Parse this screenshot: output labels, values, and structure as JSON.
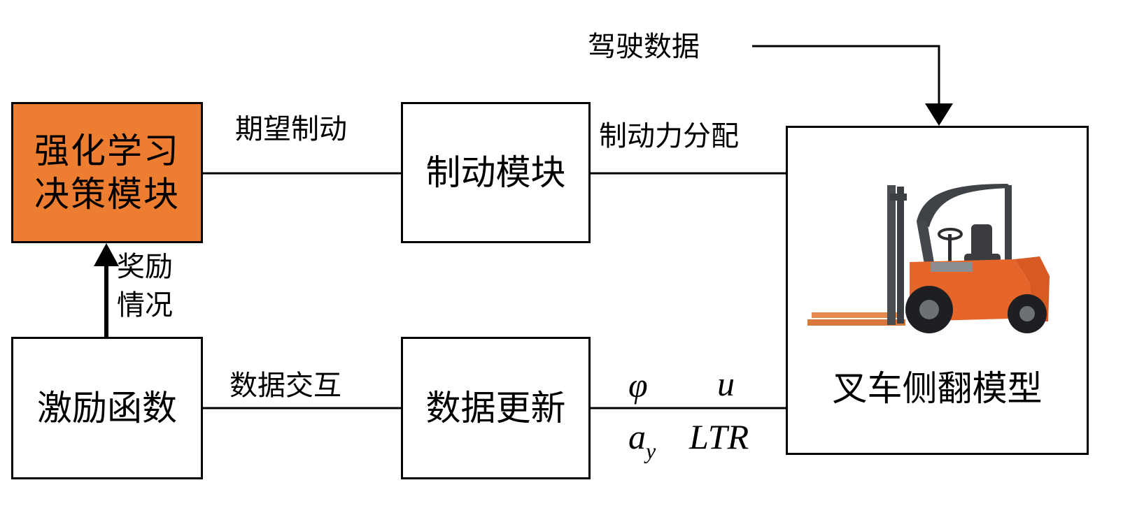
{
  "colors": {
    "rl_fill": "#ed7d31",
    "line": "#000000",
    "forklift_body": "#e5652a",
    "forklift_frame": "#4a4d52"
  },
  "blocks": {
    "rl_decision": {
      "line1": "强化学习",
      "line2": "决策模块"
    },
    "brake_module": "制动模块",
    "reward_function": "激励函数",
    "data_update": "数据更新",
    "rollover_model": "叉车侧翻模型"
  },
  "edges": {
    "expected_braking": "期望制动",
    "brake_force_distribution": "制动力分配",
    "driving_data": "驾驶数据",
    "data_interaction": "数据交互",
    "reward_status": {
      "line1": "奖励",
      "line2": "情况"
    }
  },
  "state_variables": {
    "phi": "φ",
    "u": "u",
    "a": "a",
    "a_sub": "y",
    "ltr": "LTR"
  },
  "forklift_image": "forklift-icon"
}
